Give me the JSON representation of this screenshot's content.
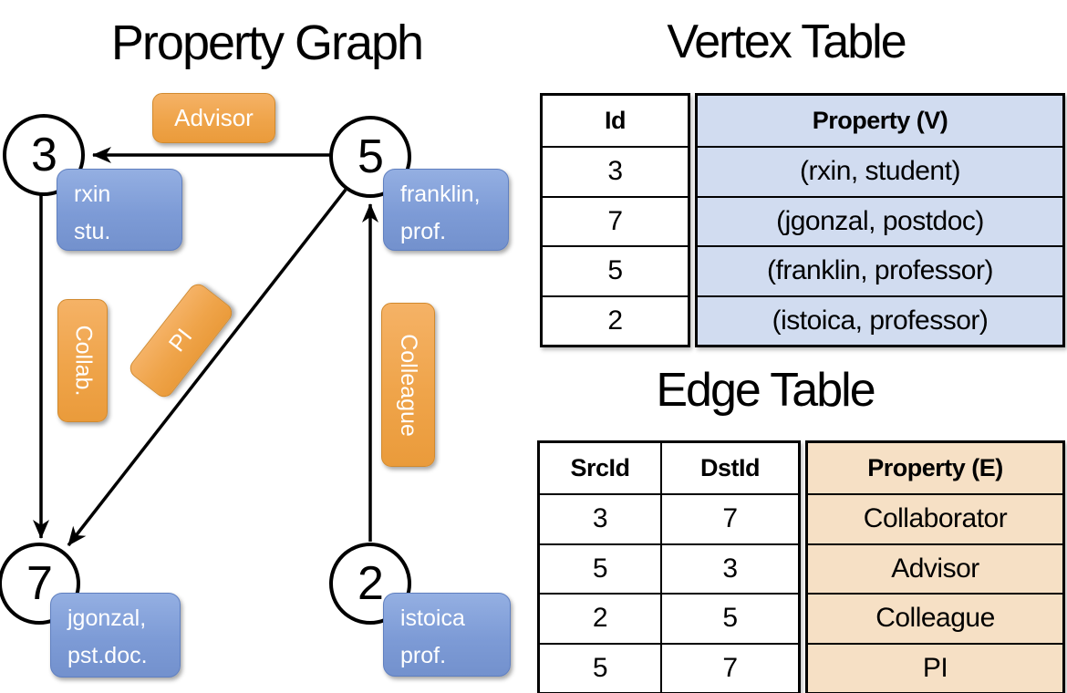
{
  "diagram": {
    "title": "Property Graph",
    "nodes": [
      {
        "id": "3",
        "property": [
          "rxin",
          "stu."
        ]
      },
      {
        "id": "5",
        "property": [
          "franklin,",
          "prof."
        ]
      },
      {
        "id": "7",
        "property": [
          "jgonzal,",
          "pst.doc."
        ]
      },
      {
        "id": "2",
        "property": [
          "istoica",
          "prof."
        ]
      }
    ],
    "edges": [
      {
        "src": "5",
        "dst": "3",
        "label": "Advisor"
      },
      {
        "src": "3",
        "dst": "7",
        "label": "Collab."
      },
      {
        "src": "5",
        "dst": "7",
        "label": "PI"
      },
      {
        "src": "2",
        "dst": "5",
        "label": "Colleague"
      }
    ]
  },
  "vertex_table": {
    "title": "Vertex Table",
    "columns": [
      "Id",
      "Property (V)"
    ],
    "rows": [
      [
        "3",
        "(rxin, student)"
      ],
      [
        "7",
        "(jgonzal, postdoc)"
      ],
      [
        "5",
        "(franklin, professor)"
      ],
      [
        "2",
        "(istoica, professor)"
      ]
    ]
  },
  "edge_table": {
    "title": "Edge Table",
    "columns": [
      "SrcId",
      "DstId",
      "Property (E)"
    ],
    "rows": [
      [
        "3",
        "7",
        "Collaborator"
      ],
      [
        "5",
        "3",
        "Advisor"
      ],
      [
        "2",
        "5",
        "Colleague"
      ],
      [
        "5",
        "7",
        "PI"
      ]
    ]
  },
  "colors": {
    "vertex_label_fill": "#7d9bd6",
    "vertex_table_fill": "#d1dcf0",
    "edge_label_fill": "#efa44a",
    "edge_table_fill": "#f6e0c5",
    "line": "#000000",
    "label_text": "#ffffff"
  }
}
